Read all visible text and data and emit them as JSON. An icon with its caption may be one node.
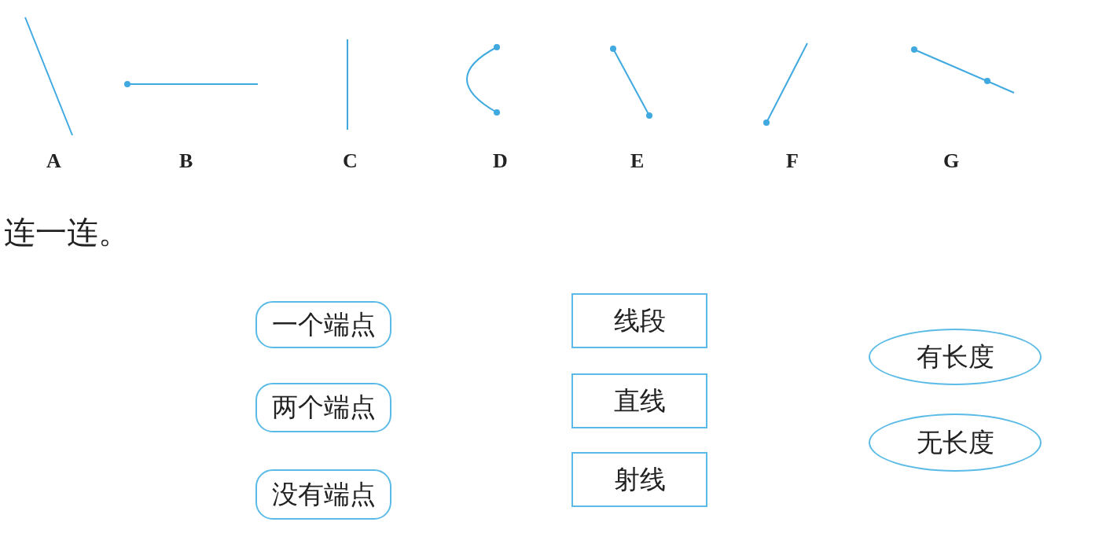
{
  "diagram": {
    "nodes": [
      {
        "text": [
          "一个端点"
        ]
      },
      {
        "text": [
          "两个端点"
        ]
      },
      {
        "text": [
          "没有端点"
        ]
      },
      {
        "text": [
          "线段"
        ]
      },
      {
        "text": [
          "直线"
        ]
      },
      {
        "text": [
          "射线"
        ]
      },
      {
        "text": [
          "有长度"
        ]
      },
      {
        "text": [
          "无长度"
        ]
      }
    ],
    "labels": [
      "A",
      "B",
      "C",
      "D",
      "E",
      "F",
      "G",
      "连一连。"
    ]
  }
}
